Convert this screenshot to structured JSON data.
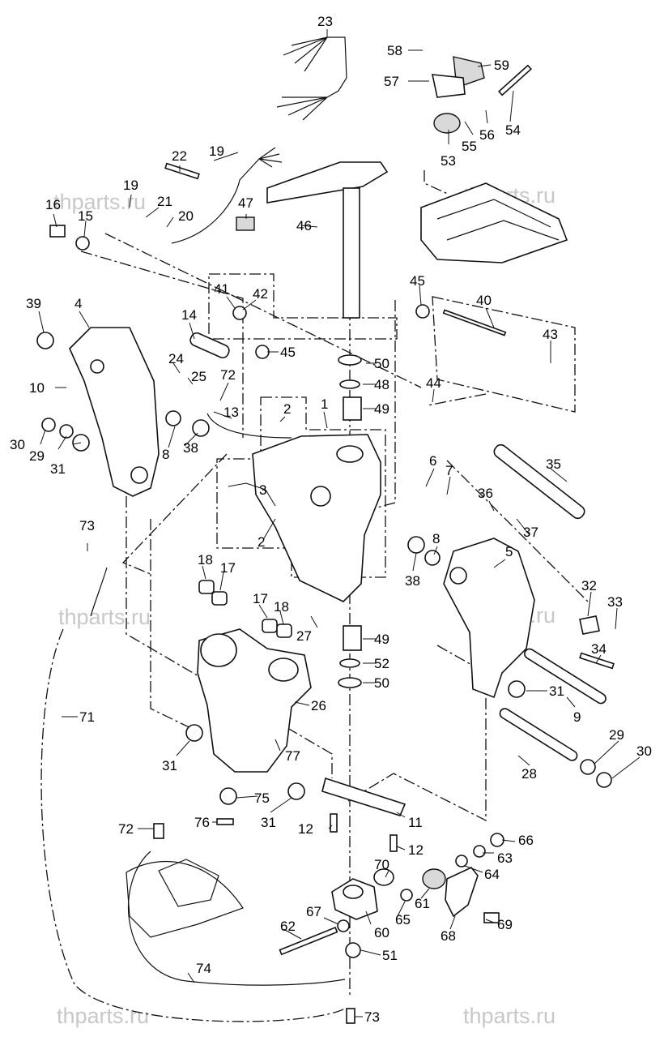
{
  "watermark": "thparts.ru",
  "callouts": [
    "1",
    "2",
    "3",
    "4",
    "5",
    "6",
    "7",
    "8",
    "9",
    "10",
    "11",
    "12",
    "13",
    "14",
    "15",
    "16",
    "17",
    "18",
    "19",
    "20",
    "21",
    "22",
    "23",
    "24",
    "25",
    "26",
    "27",
    "28",
    "29",
    "30",
    "31",
    "32",
    "33",
    "34",
    "35",
    "36",
    "37",
    "38",
    "39",
    "40",
    "41",
    "42",
    "43",
    "44",
    "45",
    "46",
    "47",
    "48",
    "49",
    "50",
    "51",
    "52",
    "53",
    "54",
    "55",
    "56",
    "57",
    "58",
    "59",
    "60",
    "61",
    "62",
    "63",
    "64",
    "65",
    "66",
    "67",
    "68",
    "69",
    "70",
    "71",
    "72",
    "73",
    "74",
    "75",
    "76",
    "77"
  ]
}
